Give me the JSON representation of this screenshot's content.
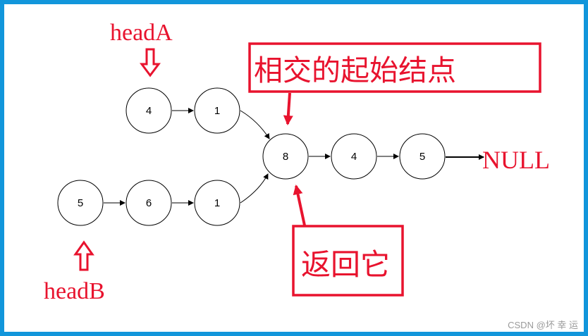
{
  "labels": {
    "headA": "headA",
    "headB": "headB",
    "null": "NULL",
    "intersection_box": "相交的起始结点",
    "return_box": "返回它"
  },
  "nodes": {
    "a1": "4",
    "a2": "1",
    "b1": "5",
    "b2": "6",
    "b3": "1",
    "c1": "8",
    "c2": "4",
    "c3": "5"
  },
  "watermark": "CSDN @坏 幸 运",
  "colors": {
    "frame": "#1296db",
    "accent_red": "#e8132e",
    "node_stroke": "#000000"
  }
}
